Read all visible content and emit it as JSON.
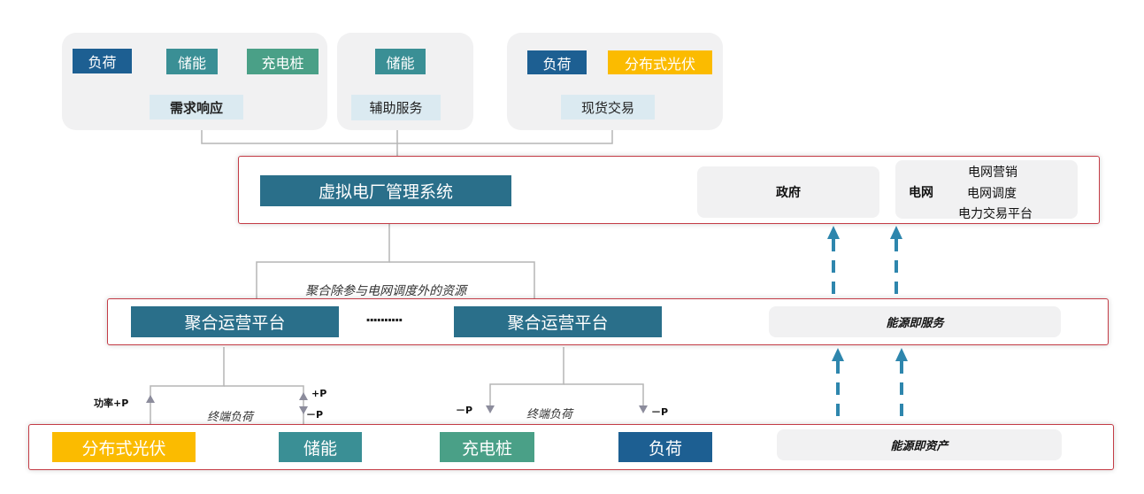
{
  "colors": {
    "navy": "#1d5f92",
    "teal": "#3a8f95",
    "green": "#4aa087",
    "yellow": "#fbbb00",
    "dark_teal": "#2a6f8a",
    "frame_red": "#c43c46",
    "arrow_blue": "#2e86ad",
    "panel_grey": "#f1f1f2"
  },
  "top": {
    "group1": {
      "items": [
        "负荷",
        "储能",
        "充电桩"
      ],
      "label": "需求响应"
    },
    "group2": {
      "items": [
        "储能"
      ],
      "label": "辅助服务"
    },
    "group3": {
      "items": [
        "负荷",
        "分布式光伏"
      ],
      "label": "现货交易"
    }
  },
  "vpp": {
    "title": "虚拟电厂管理系统",
    "gov": "政府",
    "grid_label": "电网",
    "grid_items": [
      "电网营销",
      "电网调度",
      "电力交易平台"
    ]
  },
  "aggregation": {
    "note": "聚合除参与电网调度外的资源",
    "platform1": "聚合运营平台",
    "ellipsis": "··········",
    "platform2": "聚合运营平台",
    "service": "能源即服务"
  },
  "terminal": {
    "power_label": "功率+P",
    "plus_p": "+P",
    "minus_p_left": "－P",
    "minus_p_mid_left": "－P",
    "minus_p_mid_right": "－P",
    "load_label_left": "终端负荷",
    "load_label_right": "终端负荷"
  },
  "bottom": {
    "pv": "分布式光伏",
    "storage": "储能",
    "charger": "充电桩",
    "load": "负荷",
    "asset": "能源即资产"
  }
}
